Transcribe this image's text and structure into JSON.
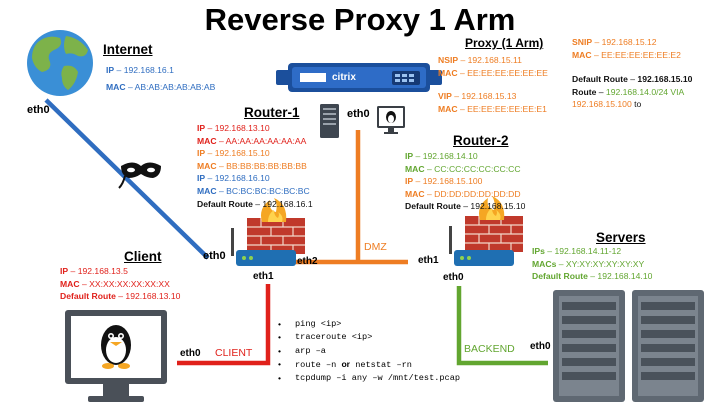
{
  "title": "Reverse Proxy 1 Arm",
  "internet": {
    "header": "Internet",
    "ip_label": "IP",
    "ip_value": "192.168.16.1",
    "mac_label": "MAC",
    "mac_value": "AB:AB:AB:AB:AB:AB",
    "port": "eth0"
  },
  "proxy": {
    "header": "Proxy (1 Arm)",
    "nsip_label": "NSIP",
    "nsip_value": "192.168.15.11",
    "mac1_label": "MAC",
    "mac1_value": "EE:EE:EE:EE:EE:EE",
    "vip_label": "VIP",
    "vip_value": "192.168.15.13",
    "mac2_label": "MAC",
    "mac2_value": "EE:EE:EE:EE:EE:E1",
    "port": "eth0",
    "brand": "citrix"
  },
  "snip": {
    "snip_label": "SNIP",
    "snip_value": "192.168.15.12",
    "mac_label": "MAC",
    "mac_value": "EE:EE:EE:EE:EE:E2",
    "route_label": "Default Route",
    "route_value": "192.168.15.10",
    "route2_label": "Route",
    "route2_value": "192.168.14.0/24 VIA",
    "route2_via": "192.168.15.100",
    "route2_to": "to"
  },
  "router1": {
    "header": "Router-1",
    "lines": [
      {
        "k": "IP",
        "v": "192.168.13.10",
        "color": "#e0211b"
      },
      {
        "k": "MAC",
        "v": "AA:AA:AA:AA:AA:AA",
        "color": "#e0211b"
      },
      {
        "k": "IP",
        "v": "192.168.15.10",
        "color": "#ee7d23"
      },
      {
        "k": "MAC",
        "v": "BB:BB:BB:BB:BB:BB",
        "color": "#ee7d23"
      },
      {
        "k": "IP",
        "v": "192.168.16.10",
        "color": "#2f6dc0"
      },
      {
        "k": "MAC",
        "v": "BC:BC:BC:BC:BC:BC",
        "color": "#2f6dc0"
      },
      {
        "k": "Default Route",
        "v": "192.168.16.1",
        "color": "#111111"
      }
    ],
    "eth0": "eth0",
    "eth1": "eth1",
    "eth2": "eth2"
  },
  "router2": {
    "header": "Router-2",
    "lines": [
      {
        "k": "IP",
        "v": "192.168.14.10",
        "color": "#62a630"
      },
      {
        "k": "MAC",
        "v": "CC:CC:CC:CC:CC:CC",
        "color": "#62a630"
      },
      {
        "k": "IP",
        "v": "192.168.15.100",
        "color": "#ee7d23"
      },
      {
        "k": "MAC",
        "v": "DD:DD:DD:DD:DD:DD",
        "color": "#ee7d23"
      },
      {
        "k": "Default Route",
        "v": "192.168.15.10",
        "color": "#111111"
      }
    ],
    "eth0": "eth0",
    "eth1": "eth1"
  },
  "client": {
    "header": "Client",
    "ip_label": "IP",
    "ip_value": "192.168.13.5",
    "mac_label": "MAC",
    "mac_value": "XX:XX:XX:XX:XX:XX",
    "route_label": "Default Route",
    "route_value": "192.168.13.10",
    "port": "eth0"
  },
  "servers": {
    "header": "Servers",
    "ips_label": "IPs",
    "ips_value": "192.168.14.11-12",
    "macs_label": "MACs",
    "macs_value": "XY:XY:XY:XY:XY:XY",
    "route_label": "Default Route",
    "route_value": "192.168.14.10",
    "port": "eth0"
  },
  "segments": {
    "dmz": "DMZ",
    "client": "CLIENT",
    "backend": "BACKEND"
  },
  "commands": [
    "ping <ip>",
    "traceroute <ip>",
    "arp –a",
    "route –n",
    "netstat –rn",
    "tcpdump –i any –w /mnt/test.pcap"
  ],
  "commands_or": "or",
  "colors": {
    "blue": "#2f6dc0",
    "red": "#e0211b",
    "orange": "#ee7d23",
    "green": "#62a630",
    "black": "#111111"
  }
}
